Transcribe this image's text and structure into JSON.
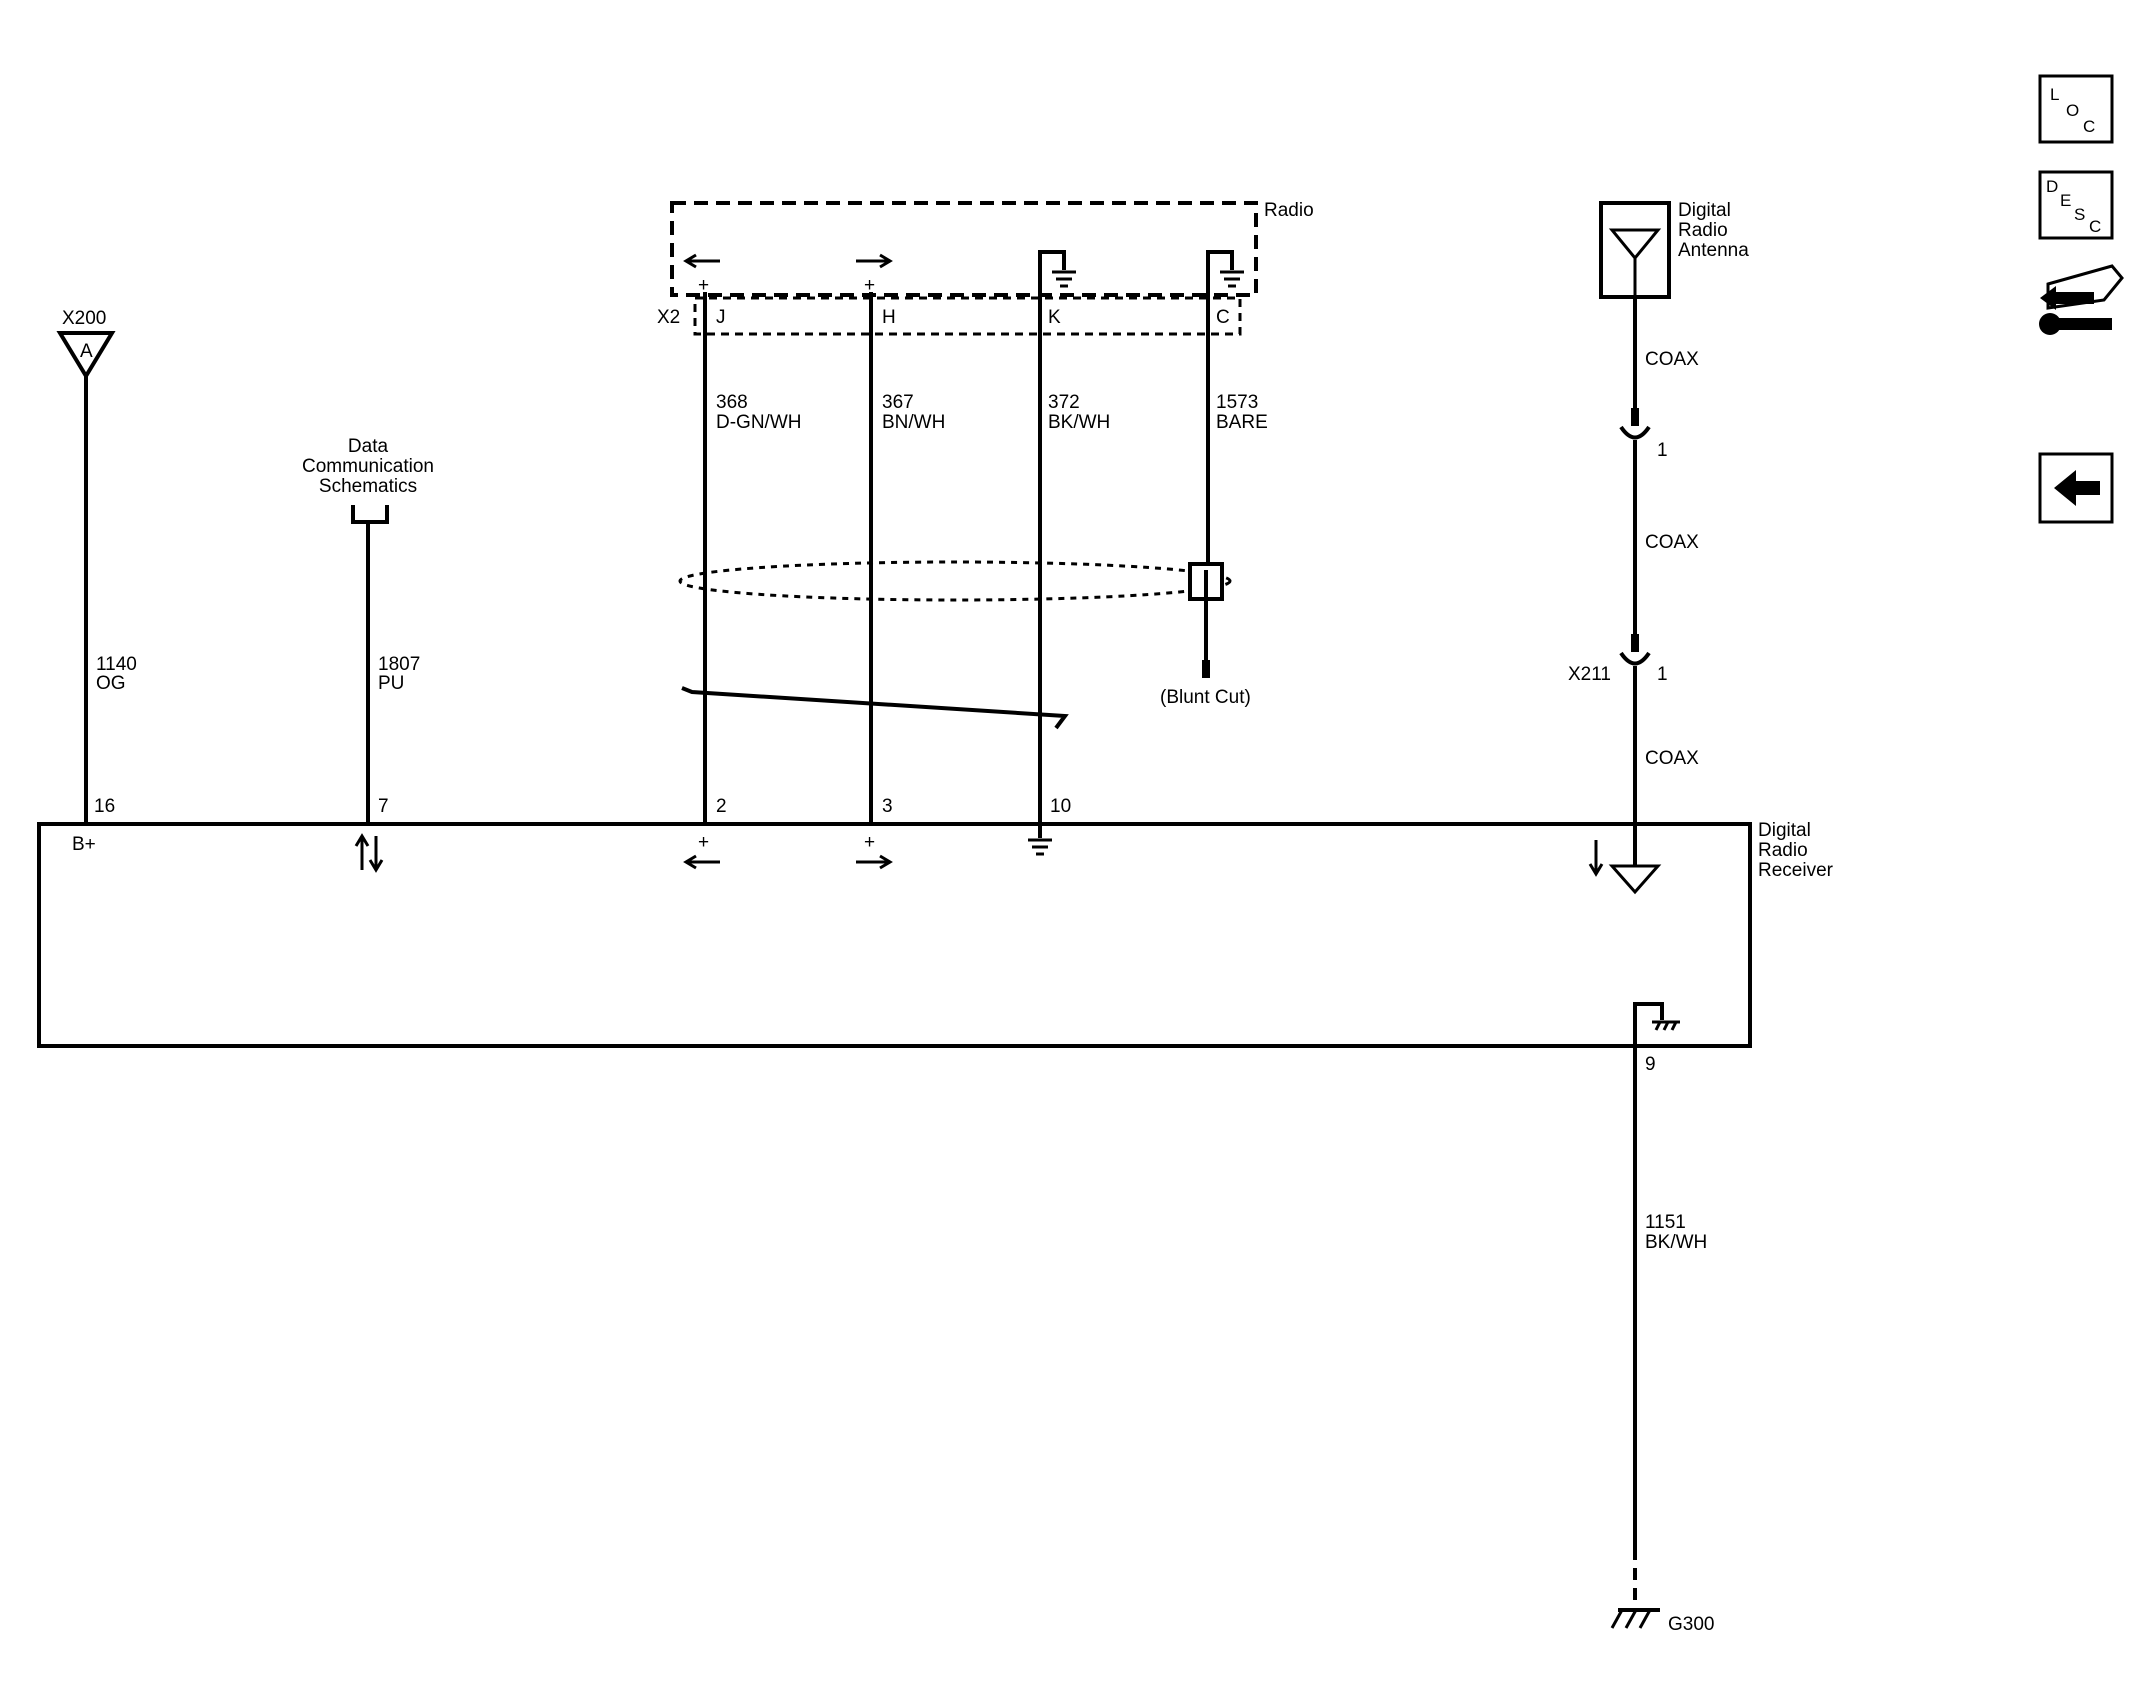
{
  "connectors": {
    "x200": "X200",
    "x200_pin": "A",
    "x2": "X2",
    "x211": "X211",
    "ground": "G300"
  },
  "modules": {
    "radio": "Radio",
    "antenna": [
      "Digital",
      "Radio",
      "Antenna"
    ],
    "receiver": [
      "Digital",
      "Radio",
      "Receiver"
    ],
    "data_comm": [
      "Data",
      "Communication",
      "Schematics"
    ]
  },
  "radio_pins": [
    "J",
    "H",
    "K",
    "C"
  ],
  "wires": [
    {
      "circuit": "1140",
      "color": "OG",
      "receiver_pin": "16"
    },
    {
      "circuit": "1807",
      "color": "PU",
      "receiver_pin": "7"
    },
    {
      "circuit": "368",
      "color": "D-GN/WH",
      "receiver_pin": "2"
    },
    {
      "circuit": "367",
      "color": "BN/WH",
      "receiver_pin": "3"
    },
    {
      "circuit": "372",
      "color": "BK/WH",
      "receiver_pin": "10"
    },
    {
      "circuit": "1573",
      "color": "BARE"
    },
    {
      "circuit": "1151",
      "color": "BK/WH",
      "receiver_pin": "9"
    }
  ],
  "b_plus": "B+",
  "plus_sign": "+",
  "blunt_cut": "(Blunt Cut)",
  "coax": {
    "label": "COAX",
    "pin1": "1",
    "pin2": "1"
  },
  "nav": {
    "loc": {
      "a": "L",
      "b": "O",
      "c": "C"
    },
    "desc": {
      "a": "D",
      "b": "E",
      "c": "S",
      "d": "C"
    }
  }
}
